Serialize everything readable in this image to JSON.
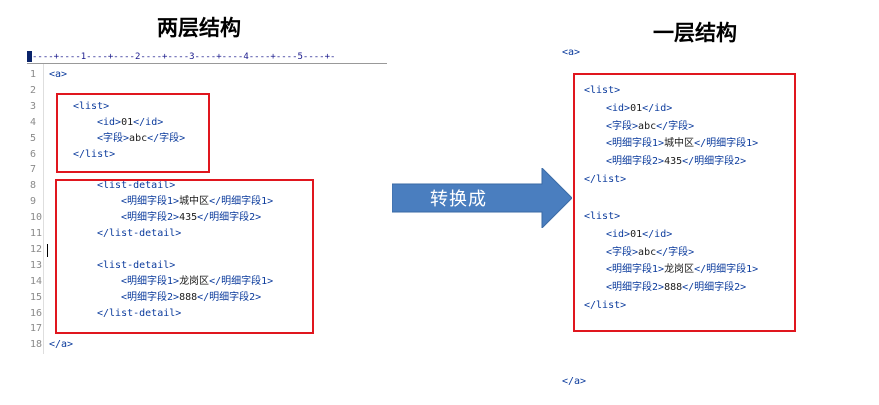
{
  "titles": {
    "left": "两层结构",
    "right": "一层结构"
  },
  "arrow_label": "转换成",
  "ruler": "----+----1----+----2----+----3----+----4----+----5----+-",
  "left_code": [
    {
      "n": "1",
      "indent": 0,
      "parts": [
        {
          "t": "tag",
          "v": "<a>"
        }
      ]
    },
    {
      "n": "2",
      "indent": 0,
      "parts": []
    },
    {
      "n": "3",
      "indent": 1,
      "parts": [
        {
          "t": "tag",
          "v": "<list>"
        }
      ]
    },
    {
      "n": "4",
      "indent": 2,
      "parts": [
        {
          "t": "tag",
          "v": "<id>"
        },
        {
          "t": "txt",
          "v": "01"
        },
        {
          "t": "tag",
          "v": "</id>"
        }
      ]
    },
    {
      "n": "5",
      "indent": 2,
      "parts": [
        {
          "t": "tag",
          "v": "<字段>"
        },
        {
          "t": "txt",
          "v": "abc"
        },
        {
          "t": "tag",
          "v": "</字段>"
        }
      ]
    },
    {
      "n": "6",
      "indent": 1,
      "parts": [
        {
          "t": "tag",
          "v": "</list>"
        }
      ]
    },
    {
      "n": "7",
      "indent": 0,
      "parts": []
    },
    {
      "n": "8",
      "indent": 2,
      "parts": [
        {
          "t": "tag",
          "v": "<list-detail>"
        }
      ]
    },
    {
      "n": "9",
      "indent": 3,
      "parts": [
        {
          "t": "tag",
          "v": "<明细字段1>"
        },
        {
          "t": "txt",
          "v": "城中区"
        },
        {
          "t": "tag",
          "v": "</明细字段1>"
        }
      ]
    },
    {
      "n": "10",
      "indent": 3,
      "parts": [
        {
          "t": "tag",
          "v": "<明细字段2>"
        },
        {
          "t": "txt",
          "v": "435"
        },
        {
          "t": "tag",
          "v": "</明细字段2>"
        }
      ]
    },
    {
      "n": "11",
      "indent": 2,
      "parts": [
        {
          "t": "tag",
          "v": "</list-detail>"
        }
      ]
    },
    {
      "n": "12",
      "indent": 0,
      "parts": []
    },
    {
      "n": "13",
      "indent": 2,
      "parts": [
        {
          "t": "tag",
          "v": "<list-detail>"
        }
      ]
    },
    {
      "n": "14",
      "indent": 3,
      "parts": [
        {
          "t": "tag",
          "v": "<明细字段1>"
        },
        {
          "t": "txt",
          "v": "龙岗区"
        },
        {
          "t": "tag",
          "v": "</明细字段1>"
        }
      ]
    },
    {
      "n": "15",
      "indent": 3,
      "parts": [
        {
          "t": "tag",
          "v": "<明细字段2>"
        },
        {
          "t": "txt",
          "v": "888"
        },
        {
          "t": "tag",
          "v": "</明细字段2>"
        }
      ]
    },
    {
      "n": "16",
      "indent": 2,
      "parts": [
        {
          "t": "tag",
          "v": "</list-detail>"
        }
      ]
    },
    {
      "n": "17",
      "indent": 0,
      "parts": []
    },
    {
      "n": "18",
      "indent": 0,
      "parts": [
        {
          "t": "tag",
          "v": "</a>"
        }
      ]
    }
  ],
  "right_open": "<a>",
  "right_close": "</a>",
  "right_lists": [
    [
      {
        "indent": 0,
        "parts": [
          {
            "t": "tag",
            "v": "<list>"
          }
        ]
      },
      {
        "indent": 1,
        "parts": [
          {
            "t": "tag",
            "v": "<id>"
          },
          {
            "t": "txt",
            "v": "01"
          },
          {
            "t": "tag",
            "v": "</id>"
          }
        ]
      },
      {
        "indent": 1,
        "parts": [
          {
            "t": "tag",
            "v": "<字段>"
          },
          {
            "t": "txt",
            "v": "abc"
          },
          {
            "t": "tag",
            "v": "</字段>"
          }
        ]
      },
      {
        "indent": 1,
        "parts": [
          {
            "t": "tag",
            "v": "<明细字段1>"
          },
          {
            "t": "txt",
            "v": "城中区"
          },
          {
            "t": "tag",
            "v": "</明细字段1>"
          }
        ]
      },
      {
        "indent": 1,
        "parts": [
          {
            "t": "tag",
            "v": "<明细字段2>"
          },
          {
            "t": "txt",
            "v": "435"
          },
          {
            "t": "tag",
            "v": "</明细字段2>"
          }
        ]
      },
      {
        "indent": 0,
        "parts": [
          {
            "t": "tag",
            "v": "</list>"
          }
        ]
      }
    ],
    [
      {
        "indent": 0,
        "parts": [
          {
            "t": "tag",
            "v": "<list>"
          }
        ]
      },
      {
        "indent": 1,
        "parts": [
          {
            "t": "tag",
            "v": "<id>"
          },
          {
            "t": "txt",
            "v": "01"
          },
          {
            "t": "tag",
            "v": "</id>"
          }
        ]
      },
      {
        "indent": 1,
        "parts": [
          {
            "t": "tag",
            "v": "<字段>"
          },
          {
            "t": "txt",
            "v": "abc"
          },
          {
            "t": "tag",
            "v": "</字段>"
          }
        ]
      },
      {
        "indent": 1,
        "parts": [
          {
            "t": "tag",
            "v": "<明细字段1>"
          },
          {
            "t": "txt",
            "v": "龙岗区"
          },
          {
            "t": "tag",
            "v": "</明细字段1>"
          }
        ]
      },
      {
        "indent": 1,
        "parts": [
          {
            "t": "tag",
            "v": "<明细字段2>"
          },
          {
            "t": "txt",
            "v": "888"
          },
          {
            "t": "tag",
            "v": "</明细字段2>"
          }
        ]
      },
      {
        "indent": 0,
        "parts": [
          {
            "t": "tag",
            "v": "</list>"
          }
        ]
      }
    ]
  ],
  "colors": {
    "tag": "#0a3a9c",
    "text": "#1a1a1a",
    "box": "#e0161e",
    "arrow": "#4a7ebf"
  }
}
